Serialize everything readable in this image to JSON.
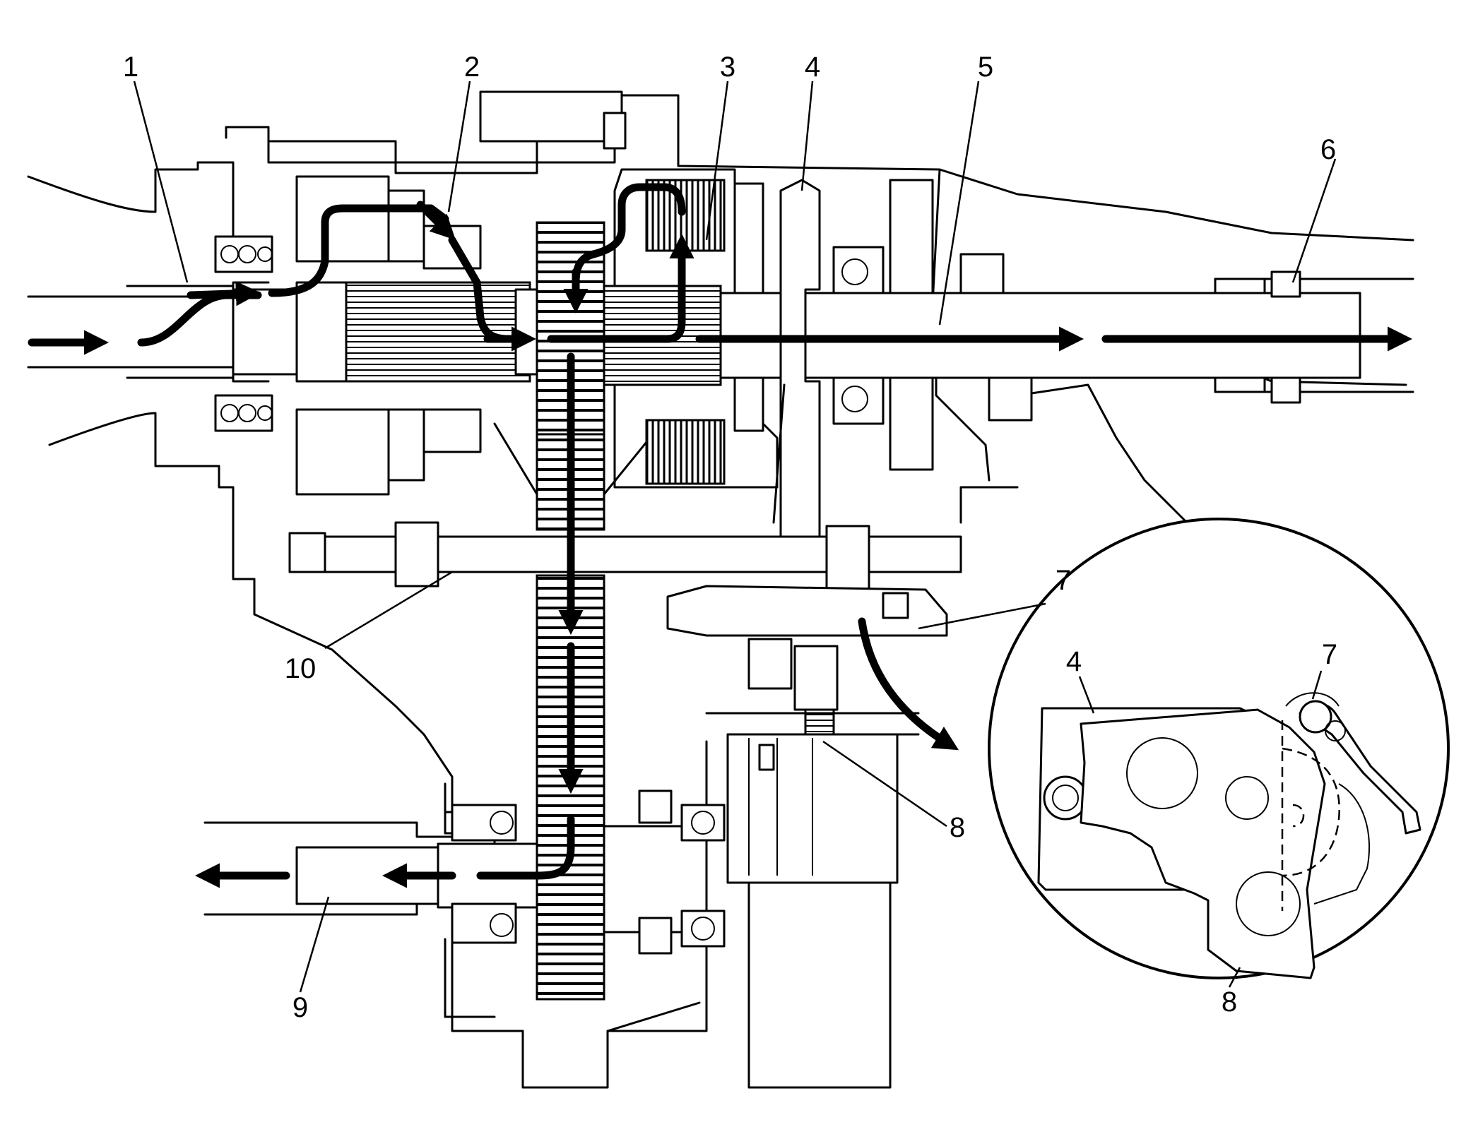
{
  "callouts": {
    "c1": "1",
    "c2": "2",
    "c3": "3",
    "c4": "4",
    "c5": "5",
    "c6": "6",
    "c7": "7",
    "c8": "8",
    "c9": "9",
    "c10": "10"
  },
  "detail_callouts": {
    "d4": "4",
    "d7": "7",
    "d8": "8"
  },
  "icons": {
    "flow": "power-flow-arrow",
    "detail": "magnified-detail-circle"
  }
}
